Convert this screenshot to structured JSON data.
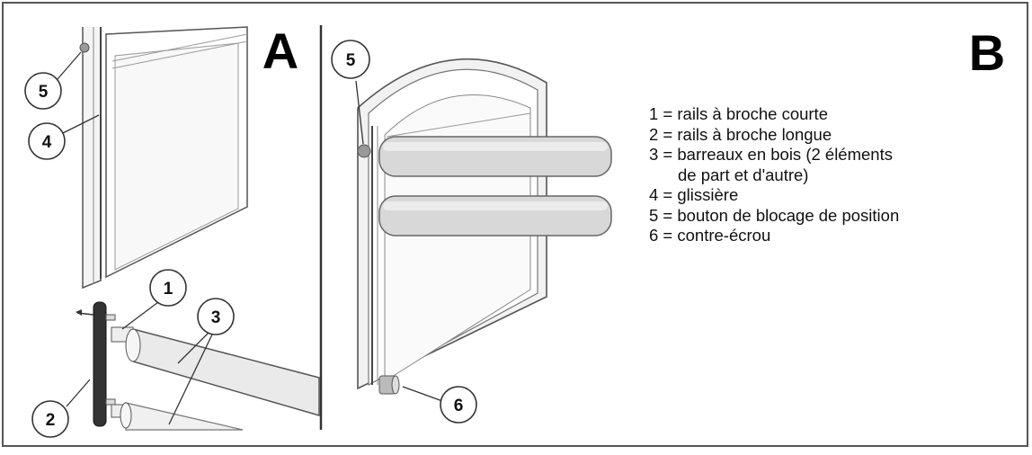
{
  "panels": [
    {
      "letter": "A"
    },
    {
      "letter": "B"
    }
  ],
  "callouts_a": [
    "5",
    "4",
    "1",
    "3",
    "2"
  ],
  "callouts_b": [
    "5",
    "6"
  ],
  "legend": [
    {
      "text": "1 = rails à broche courte"
    },
    {
      "text": "2 = rails à broche longue"
    },
    {
      "text": "3 = barreaux en bois (2 éléments"
    },
    {
      "text": "de part et d'autre)",
      "indent": true
    },
    {
      "text": "4 = glissière"
    },
    {
      "text": "5 = bouton de blocage de position"
    },
    {
      "text": "6 = contre-écrou"
    }
  ]
}
